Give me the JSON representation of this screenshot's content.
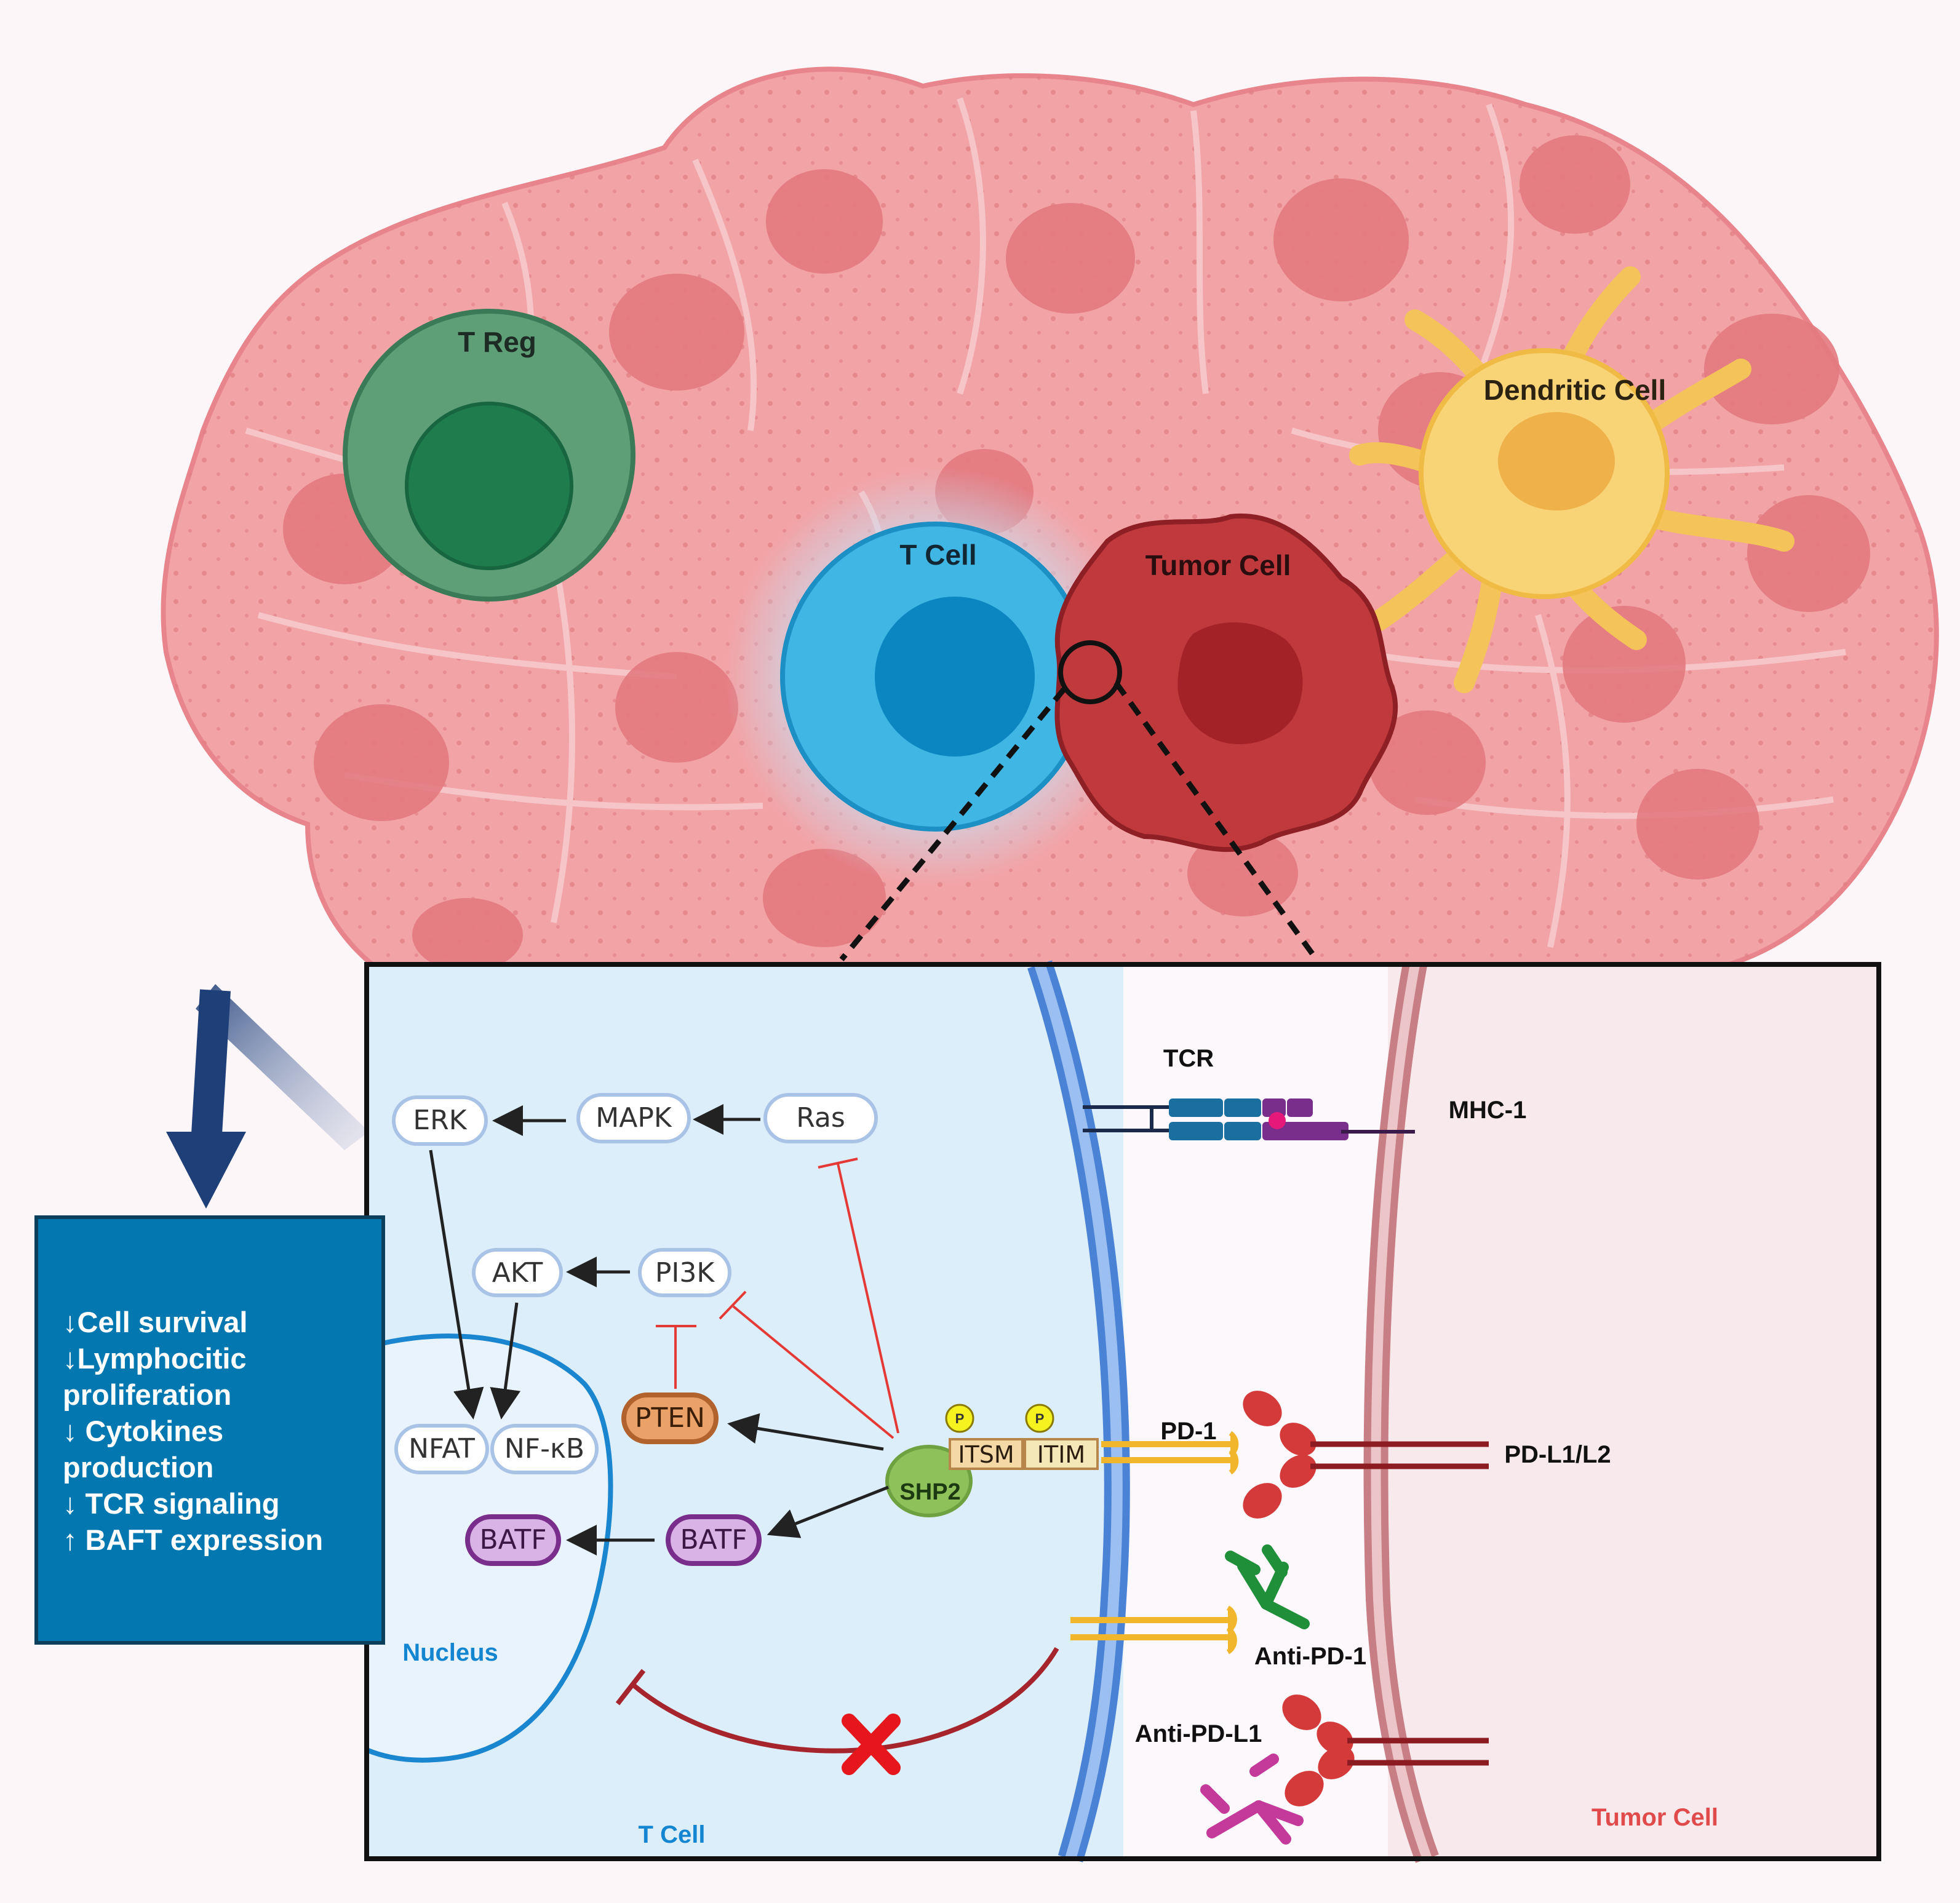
{
  "top_scene": {
    "labels": {
      "t_reg": "T Reg",
      "t_cell": "T Cell",
      "tumor_cell": "Tumor Cell",
      "dendritic_cell": "Dendritic Cell"
    }
  },
  "detail_panel": {
    "t_cell_region": "T Cell",
    "tumor_region": "Tumor Cell",
    "nucleus": "Nucleus",
    "receptors": {
      "tcr": "TCR",
      "mhc": "MHC-1",
      "pd1": "PD-1",
      "pdl": "PD-L1/L2",
      "anti_pd1": "Anti-PD-1",
      "anti_pdl1": "Anti-PD-L1"
    },
    "motifs": {
      "itsm": "ITSM",
      "itim": "ITIM",
      "phospho": "P"
    },
    "shp2": "SHP2",
    "nodes": {
      "erk": "ERK",
      "mapk": "MAPK",
      "ras": "Ras",
      "akt": "AKT",
      "pi3k": "PI3K",
      "pten": "PTEN",
      "nfat": "NFAT",
      "nfkb": "NF-κB",
      "batf_nuc": "BATF",
      "batf_cyto": "BATF"
    }
  },
  "effects": [
    "↓Cell survival",
    "↓Lymphocitic",
    "proliferation",
    "↓ Cytokines",
    "production",
    "↓ TCR signaling",
    "↑ BAFT expression"
  ],
  "colors": {
    "tumor_tissue": "#f2a3a6",
    "tumor_nucleus": "#e37a80",
    "t_reg": "#5e9f78",
    "t_cell": "#3fb6e3",
    "tumor_cell": "#c0393d",
    "dendritic": "#f8d477",
    "effects_box": "#0277b0",
    "inhibition": "#e53935",
    "node_border": "#a9c3e6"
  }
}
